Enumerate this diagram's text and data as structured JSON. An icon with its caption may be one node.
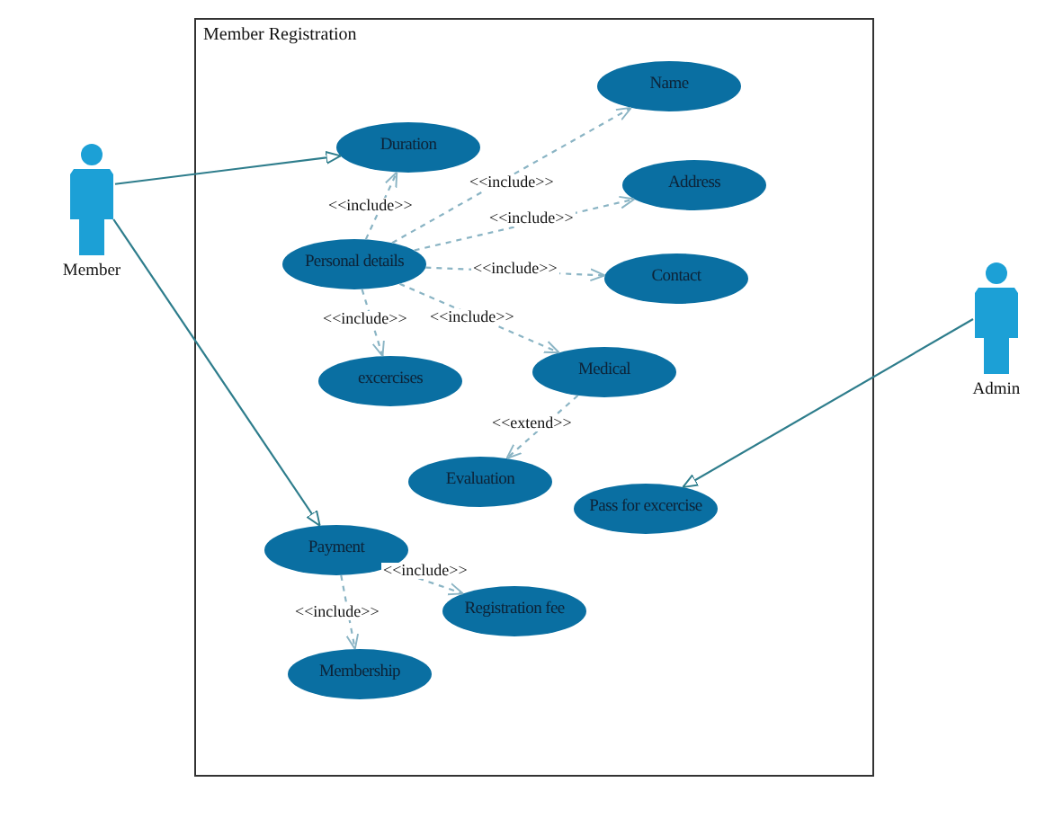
{
  "diagram": {
    "nodes": [
      {
        "text": [
          "Member Registration"
        ]
      },
      {
        "text": [
          "Member"
        ]
      },
      {
        "text": [
          "Admin"
        ]
      },
      {
        "text": [
          "Duration"
        ],
        "in": 0
      },
      {
        "text": [
          "Name"
        ],
        "in": 0
      },
      {
        "text": [
          "Personal details"
        ],
        "in": 0
      },
      {
        "text": [
          "Address"
        ],
        "in": 0
      },
      {
        "text": [
          "Contact"
        ],
        "in": 0
      },
      {
        "text": [
          "excercises"
        ],
        "in": 0
      },
      {
        "text": [
          "Medical"
        ],
        "in": 0
      },
      {
        "text": [
          "Evaluation"
        ],
        "in": 0
      },
      {
        "text": [
          "Pass for excercise"
        ],
        "in": 0
      },
      {
        "text": [
          "Payment"
        ],
        "in": 0
      },
      {
        "text": [
          "Registration fee"
        ],
        "in": 0
      },
      {
        "text": [
          "Membership"
        ],
        "in": 0
      }
    ],
    "edges": [
      {
        "from": 1,
        "to": 3,
        "arrow": "to",
        "color": "#2e7d8c"
      },
      {
        "from": 1,
        "to": 12,
        "arrow": "to",
        "color": "#2e7d8c"
      },
      {
        "from": 2,
        "to": 11,
        "arrow": "to",
        "color": "#2e7d8c"
      },
      {
        "from": 5,
        "to": 3,
        "arrow": "to",
        "style": "dashed",
        "label": "<<include>>"
      },
      {
        "from": 5,
        "to": 4,
        "arrow": "to",
        "style": "dashed",
        "label": "<<include>>"
      },
      {
        "from": 5,
        "to": 6,
        "arrow": "to",
        "style": "dashed",
        "label": "<<include>>"
      },
      {
        "from": 5,
        "to": 7,
        "arrow": "to",
        "style": "dashed",
        "label": "<<include>>"
      },
      {
        "from": 5,
        "to": 8,
        "arrow": "to",
        "style": "dashed",
        "label": "<<include>>"
      },
      {
        "from": 5,
        "to": 9,
        "arrow": "to",
        "style": "dashed",
        "label": "<<include>>"
      },
      {
        "from": 9,
        "to": 10,
        "arrow": "to",
        "style": "dashed",
        "label": "<<extend>>"
      },
      {
        "from": 12,
        "to": 13,
        "arrow": "to",
        "style": "dashed",
        "label": "<<include>>"
      },
      {
        "from": 12,
        "to": 14,
        "arrow": "to",
        "style": "dashed",
        "label": "<<include>>"
      }
    ]
  }
}
